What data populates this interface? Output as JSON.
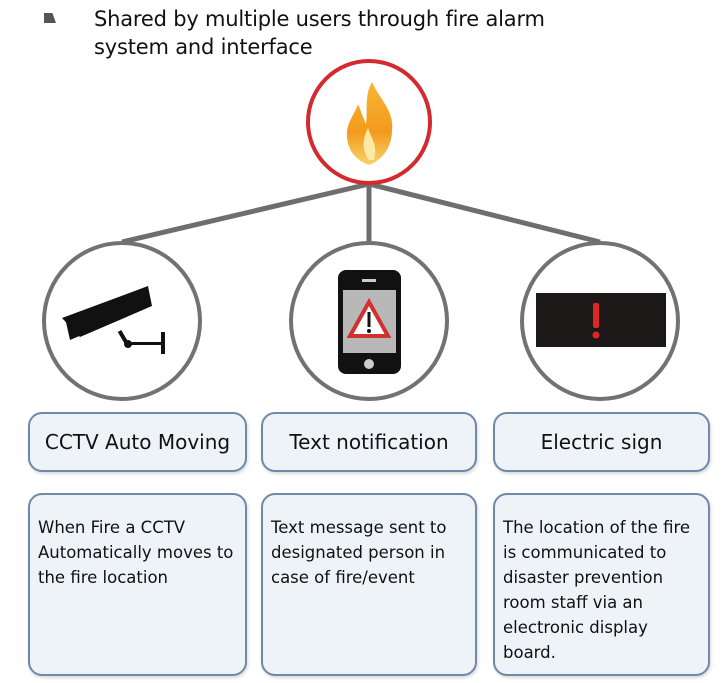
{
  "header": {
    "bullet_icon": "square-bullet-icon",
    "title": "Shared by multiple users through fire alarm system and interface"
  },
  "center": {
    "icon": "fire-icon",
    "ring_color": "#d42a2f"
  },
  "nodes": [
    {
      "icon": "cctv-camera-icon",
      "label": "CCTV Auto Moving",
      "description": "When Fire a CCTV Automatically moves to the fire location"
    },
    {
      "icon": "smartphone-warning-icon",
      "label": "Text notification",
      "description": "Text message sent to designated person in case of fire/event"
    },
    {
      "icon": "electric-sign-icon",
      "label": "Electric sign",
      "description": "The location of the fire is communicated to disaster prevention room staff via an electronic display board."
    }
  ]
}
